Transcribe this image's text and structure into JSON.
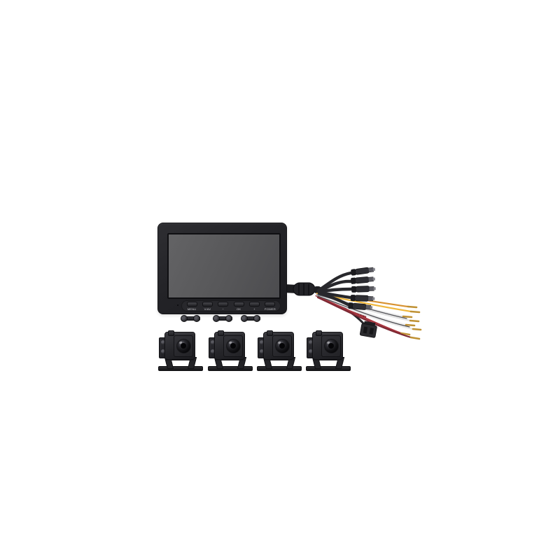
{
  "scene": {
    "type": "product-photo",
    "description": "vehicle monitor with wiring harness and four cameras",
    "background": "#ffffff"
  },
  "monitor": {
    "bezel_color": "#232327",
    "screen_color": "#57575a",
    "buttons": [
      {
        "label": "MENU"
      },
      {
        "label": "V/AV"
      },
      {
        "label": "−"
      },
      {
        "label": "OK"
      },
      {
        "label": "+"
      },
      {
        "label": "POWER"
      }
    ]
  },
  "harness": {
    "cable_color": "#28282c",
    "ferrite_color": "#232327",
    "connectors": [
      {
        "name": "aviation-connector-1"
      },
      {
        "name": "aviation-connector-2"
      },
      {
        "name": "aviation-connector-3"
      },
      {
        "name": "aviation-connector-4"
      },
      {
        "name": "aviation-connector-5"
      }
    ],
    "connector_body_color": "#2e2e33",
    "connector_metal_color": "#5a5a61",
    "wires": [
      {
        "name": "orange",
        "color": "#d89230"
      },
      {
        "name": "yellow",
        "color": "#f0b83e"
      },
      {
        "name": "white-1",
        "color": "#ebebeb"
      },
      {
        "name": "white-2",
        "color": "#e2e2e2"
      },
      {
        "name": "white-3",
        "color": "#efefef"
      },
      {
        "name": "white-4",
        "color": "#e6e6e6"
      },
      {
        "name": "red",
        "color": "#a8333c"
      },
      {
        "name": "dark-red",
        "color": "#7c2833"
      }
    ],
    "thin_wires": [
      {
        "name": "gray-1",
        "color": "#55555a"
      },
      {
        "name": "gray-2",
        "color": "#4b4b50"
      }
    ],
    "twisted_pair": {
      "solid": "#5a1d24",
      "dash": "#b4454e"
    },
    "black_wire_color": "#26262a",
    "tip_color": "#bf9134"
  },
  "cameras": [
    {
      "name": "camera-1"
    },
    {
      "name": "camera-2"
    },
    {
      "name": "camera-3"
    },
    {
      "name": "camera-4"
    }
  ]
}
